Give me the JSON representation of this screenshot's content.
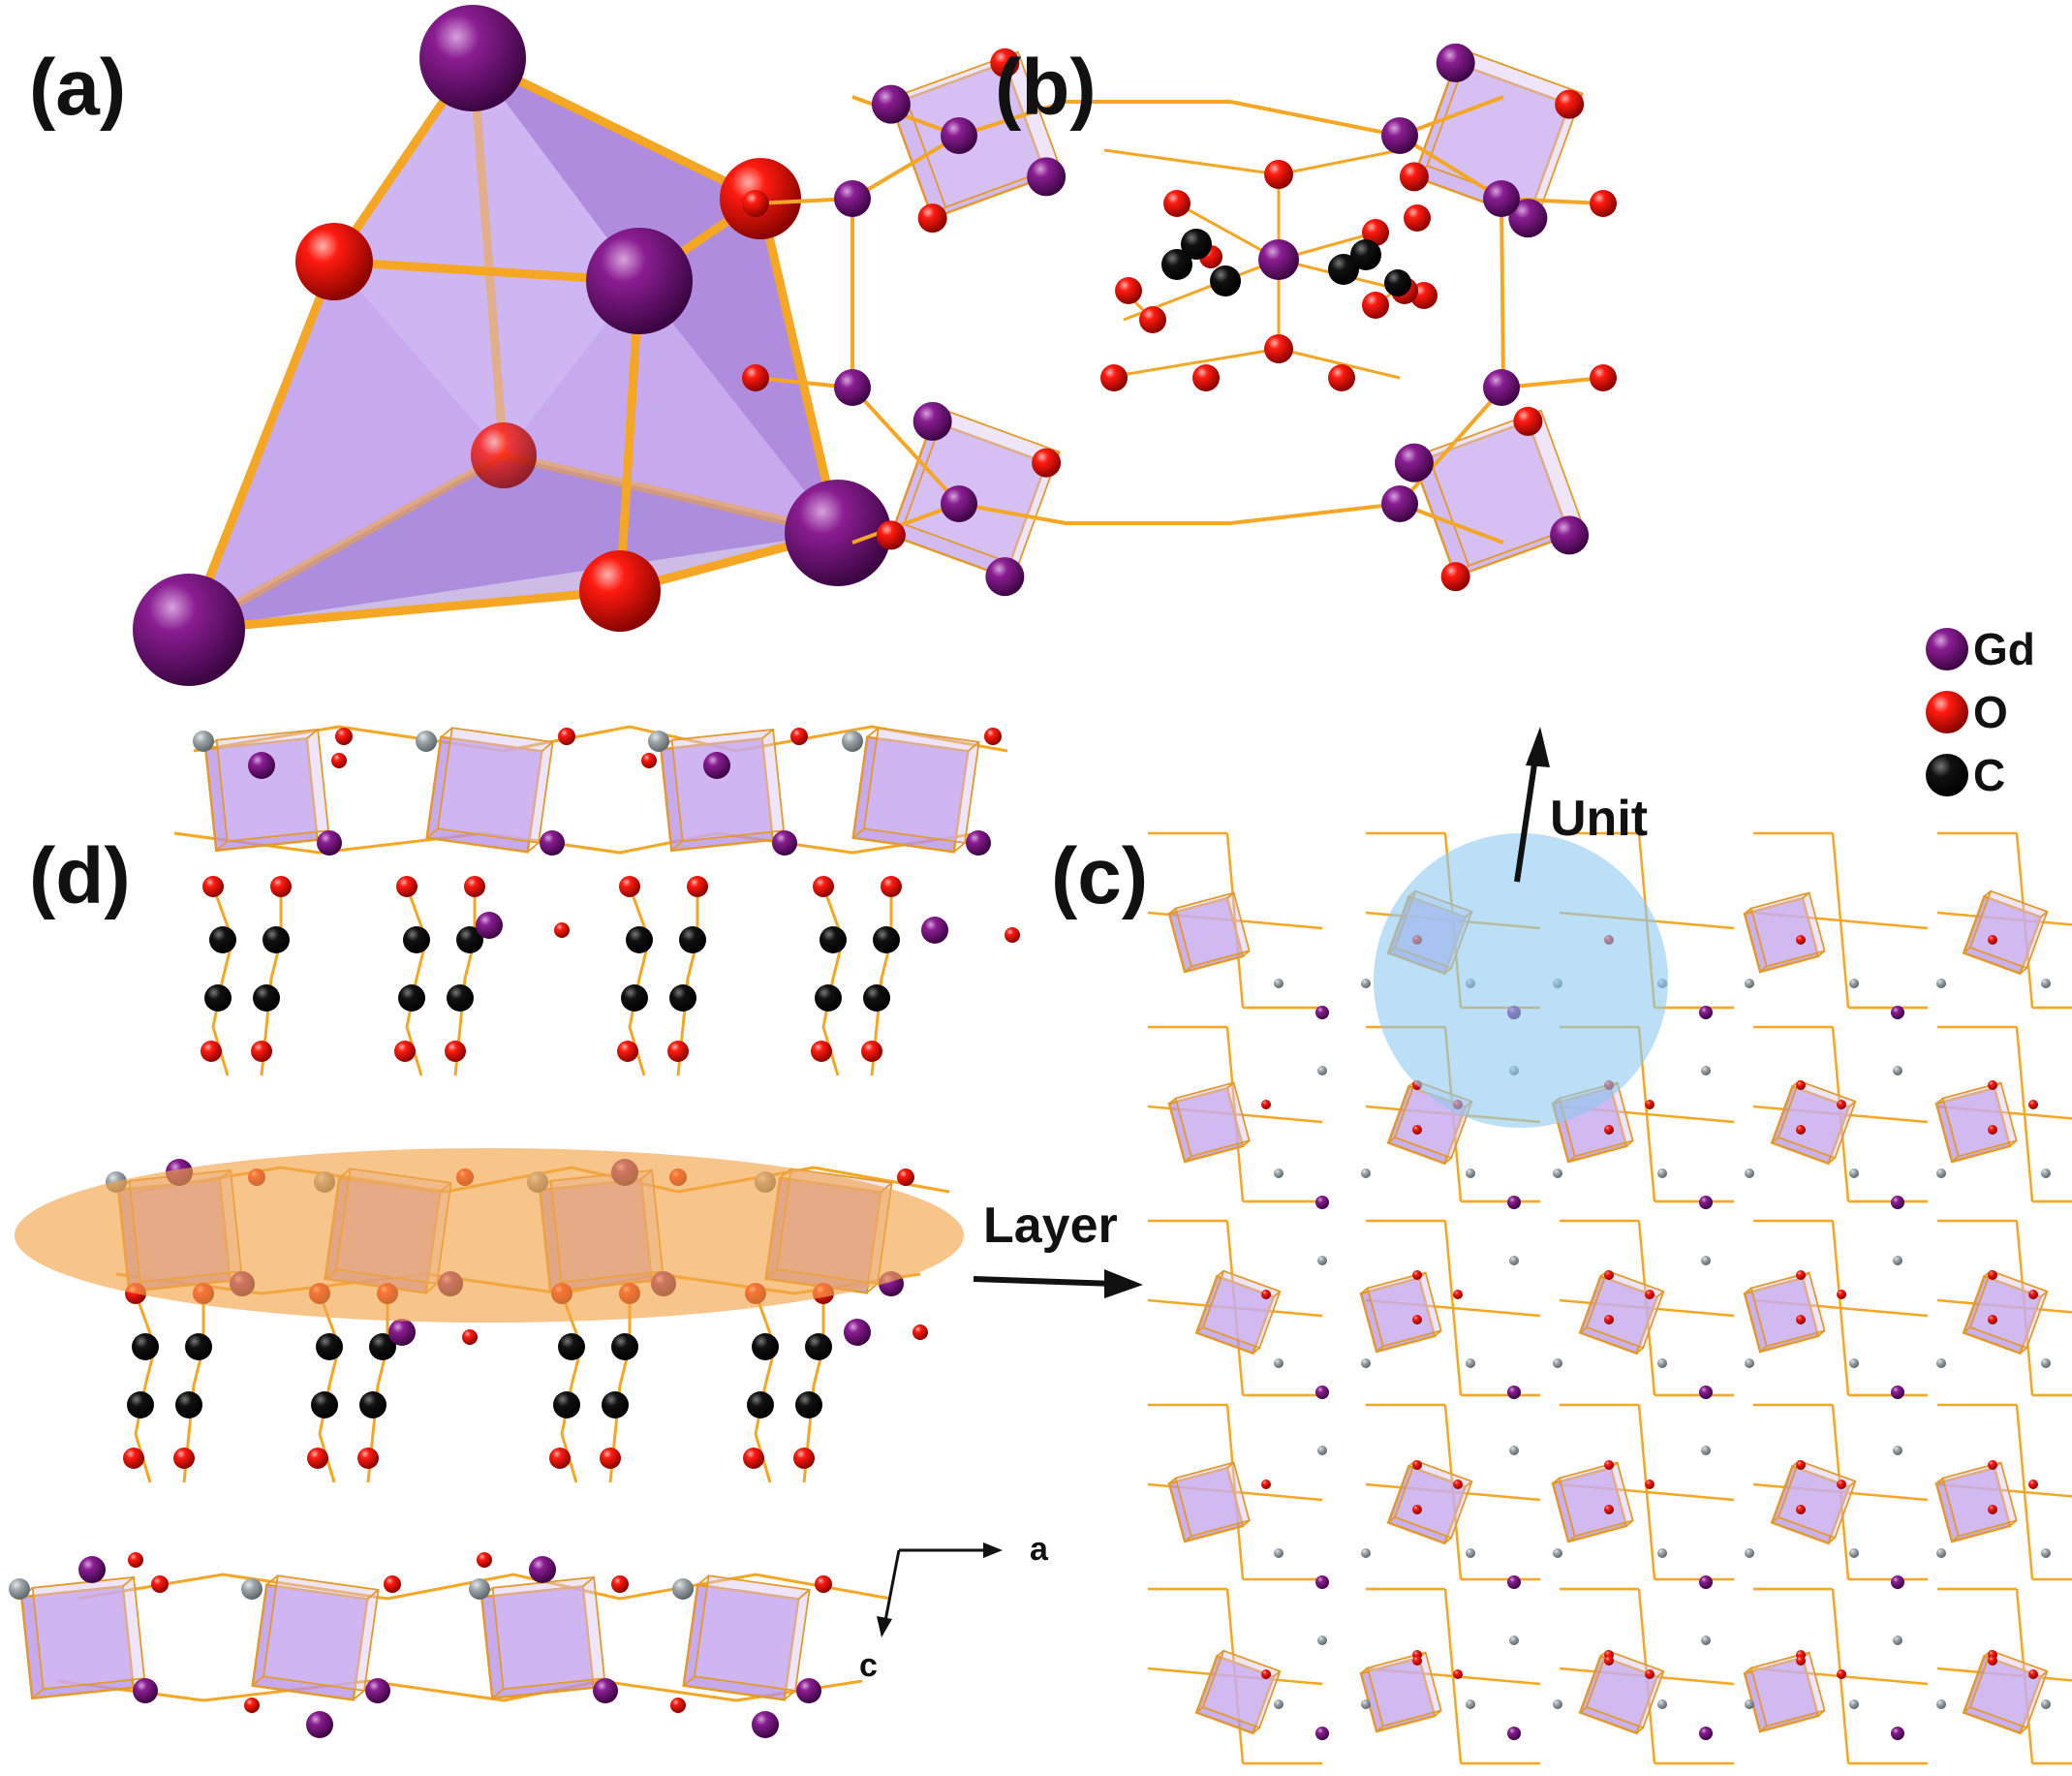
{
  "panels": {
    "a": {
      "label": "(a)"
    },
    "b": {
      "label": "(b)"
    },
    "c": {
      "label": "(c)"
    },
    "d": {
      "label": "(d)"
    }
  },
  "legend": [
    {
      "element": "Gd",
      "color": "#7a1180"
    },
    {
      "element": "O",
      "color": "#ff1a0f"
    },
    {
      "element": "C",
      "color": "#0a0a0a"
    }
  ],
  "annotations": {
    "unit": "Unit",
    "layer": "Layer"
  },
  "axes": {
    "a": "a",
    "c": "c"
  },
  "colors": {
    "bond": "#f5a623",
    "polyhedron": "#b48ee8",
    "unit_highlight": "#8ec9f0",
    "layer_highlight": "#f2a54a",
    "bridge_atom": "#9aa3a8"
  }
}
